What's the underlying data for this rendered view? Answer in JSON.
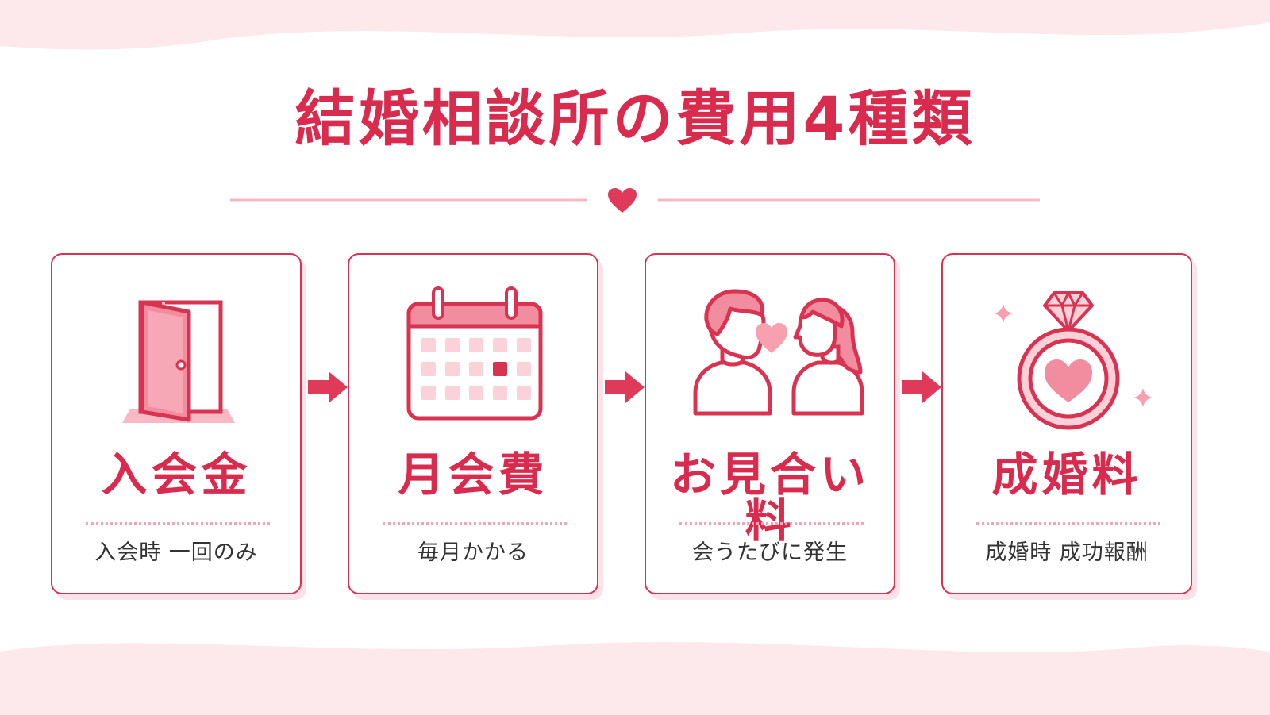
{
  "title": "結婚相談所の費用4種類",
  "colors": {
    "accent": "#d92b4e",
    "pink_light": "#f7a6b4",
    "pink_bg": "#fde8ec"
  },
  "steps": [
    {
      "title": "入会金",
      "description": "入会時 一回のみ",
      "icon": "door-icon"
    },
    {
      "title": "月会費",
      "description": "毎月かかる",
      "icon": "calendar-icon"
    },
    {
      "title": "お見合い料",
      "description": "会うたびに発生",
      "icon": "couple-icon"
    },
    {
      "title": "成婚料",
      "description": "成婚時 成功報酬",
      "icon": "ring-icon"
    }
  ]
}
